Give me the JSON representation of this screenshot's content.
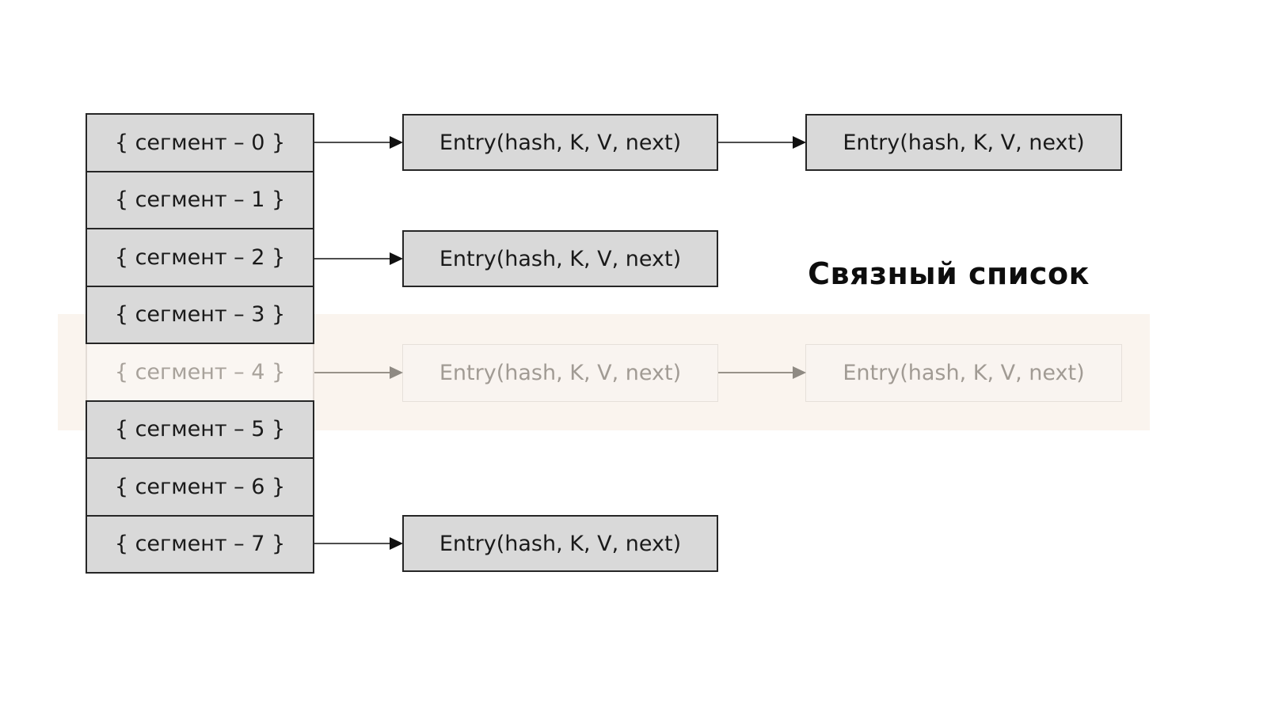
{
  "title": "Связный список",
  "segments": [
    {
      "label": "{ сегмент – 0 }",
      "faded": false
    },
    {
      "label": "{ сегмент – 1 }",
      "faded": false
    },
    {
      "label": "{ сегмент – 2 }",
      "faded": false
    },
    {
      "label": "{ сегмент – 3 }",
      "faded": false
    },
    {
      "label": "{ сегмент – 4 }",
      "faded": true
    },
    {
      "label": "{ сегмент – 5 }",
      "faded": false
    },
    {
      "label": "{ сегмент – 6 }",
      "faded": false
    },
    {
      "label": "{ сегмент – 7 }",
      "faded": false
    }
  ],
  "rows": [
    {
      "segment_index": 0,
      "faded": false,
      "entries": [
        "Entry(hash, K, V, next)",
        "Entry(hash, K, V, next)"
      ]
    },
    {
      "segment_index": 2,
      "faded": false,
      "entries": [
        "Entry(hash, K, V, next)"
      ]
    },
    {
      "segment_index": 4,
      "faded": true,
      "entries": [
        "Entry(hash, K, V, next)",
        "Entry(hash, K, V, next)"
      ]
    },
    {
      "segment_index": 7,
      "faded": false,
      "entries": [
        "Entry(hash, K, V, next)"
      ]
    }
  ],
  "colors": {
    "box_fill": "#d9d9d9",
    "box_border": "#262626",
    "text": "#1a1a1a",
    "arrow_shaft": "#4d4d4d",
    "arrow_head": "#111111",
    "highlight_band": "#faf4ee",
    "faded_box_fill": "#f9f4f0",
    "faded_box_border": "#e6e0da",
    "faded_text": "#a19b94",
    "faded_arrow": "#8f8a83",
    "background": "#ffffff"
  }
}
